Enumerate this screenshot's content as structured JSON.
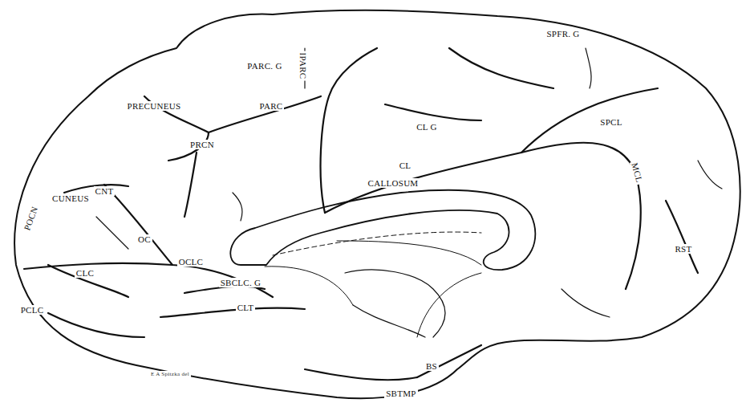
{
  "diagram": {
    "labels": [
      "PARC. G",
      "IPARC",
      "SPFR. G",
      "PARC",
      "CL G",
      "SPCL",
      "PRECUNEUS",
      "CL",
      "CALLOSUM",
      "PRCN",
      "MCL",
      "POCN",
      "CUNEUS",
      "CNT",
      "OC",
      "OCLC",
      "SBCLC. G",
      "RST",
      "CLC",
      "CLT",
      "PCLC",
      "BS",
      "SBTMP",
      "E A Spitzka del"
    ]
  }
}
